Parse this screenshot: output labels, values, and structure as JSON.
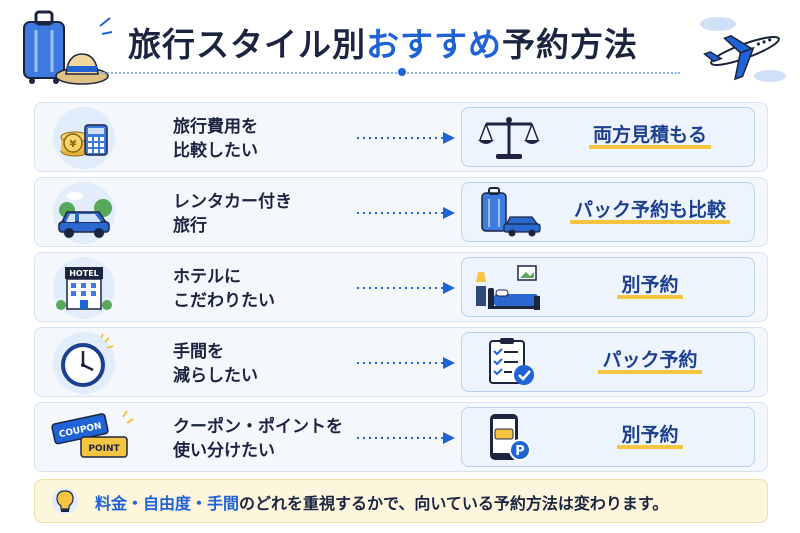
{
  "title": {
    "part1": "旅行スタイル別",
    "part2": "おすすめ",
    "part3": "予約方法"
  },
  "rows": [
    {
      "line1": "旅行費用を",
      "line2": "比較したい",
      "result": "両方見積もる",
      "left_icon": "coins-calculator-icon",
      "result_icon": "scale-icon"
    },
    {
      "line1": "レンタカー付き",
      "line2": "旅行",
      "result": "パック予約も比較",
      "left_icon": "car-icon",
      "result_icon": "suitcase-car-icon"
    },
    {
      "line1": "ホテルに",
      "line2": "こだわりたい",
      "result": "別予約",
      "left_icon": "hotel-building-icon",
      "result_icon": "bed-icon"
    },
    {
      "line1": "手間を",
      "line2": "減らしたい",
      "result": "パック予約",
      "left_icon": "clock-icon",
      "result_icon": "checklist-clipboard-icon"
    },
    {
      "line1": "クーポン・ポイントを",
      "line2": "使い分けたい",
      "result": "別予約",
      "left_icon": "coupon-point-icon",
      "result_icon": "smartphone-ticket-icon"
    }
  ],
  "icon_labels": {
    "hotel": "HOTEL",
    "coupon": "COUPON",
    "point": "POINT",
    "parking": "P"
  },
  "footer": {
    "highlight": "料金・自由度・手間",
    "rest": "のどれを重視するかで、向いている予約方法は変わります。"
  },
  "colors": {
    "accent_blue": "#1f63d6",
    "dark_navy": "#1c2540",
    "highlight_yellow": "#f5c542",
    "row_bg": "#f4f8fd",
    "footer_bg": "#fdf6dd"
  }
}
